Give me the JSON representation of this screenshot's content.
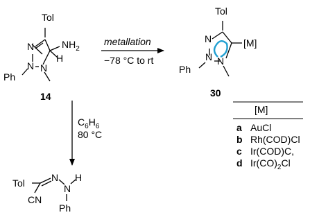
{
  "compound_14": {
    "label": "14",
    "atoms": {
      "tol": "Tol",
      "n_top": "N",
      "n_mid": "N",
      "nh2": "NH",
      "nh2_sub": "2",
      "h": "H",
      "ph": "Ph"
    }
  },
  "compound_30": {
    "label": "30",
    "atoms": {
      "tol": "Tol",
      "n_top": "N",
      "n_mid": "N",
      "n_low": "N",
      "metal": "[M]",
      "ph": "Ph",
      "plus": "+"
    }
  },
  "reaction_1": {
    "above": "metallation",
    "below": "−78 °C to rt"
  },
  "reaction_2": {
    "reagent_main": "C",
    "reagent_sub1": "6",
    "reagent_h": "H",
    "reagent_sub2": "6",
    "temp": "80 °C"
  },
  "product": {
    "atoms": {
      "tol": "Tol",
      "n1": "N",
      "n2": "N",
      "h": "H",
      "cn": "CN",
      "ph": "Ph"
    }
  },
  "table": {
    "header": "[M]",
    "rows": [
      {
        "key": "a",
        "value": "AuCl"
      },
      {
        "key": "b",
        "value": "Rh(COD)Cl"
      },
      {
        "key": "c",
        "value": "Ir(COD)C,"
      },
      {
        "key": "d",
        "value": "Ir(CO)",
        "value_sub": "2",
        "value_tail": "Cl"
      }
    ]
  }
}
